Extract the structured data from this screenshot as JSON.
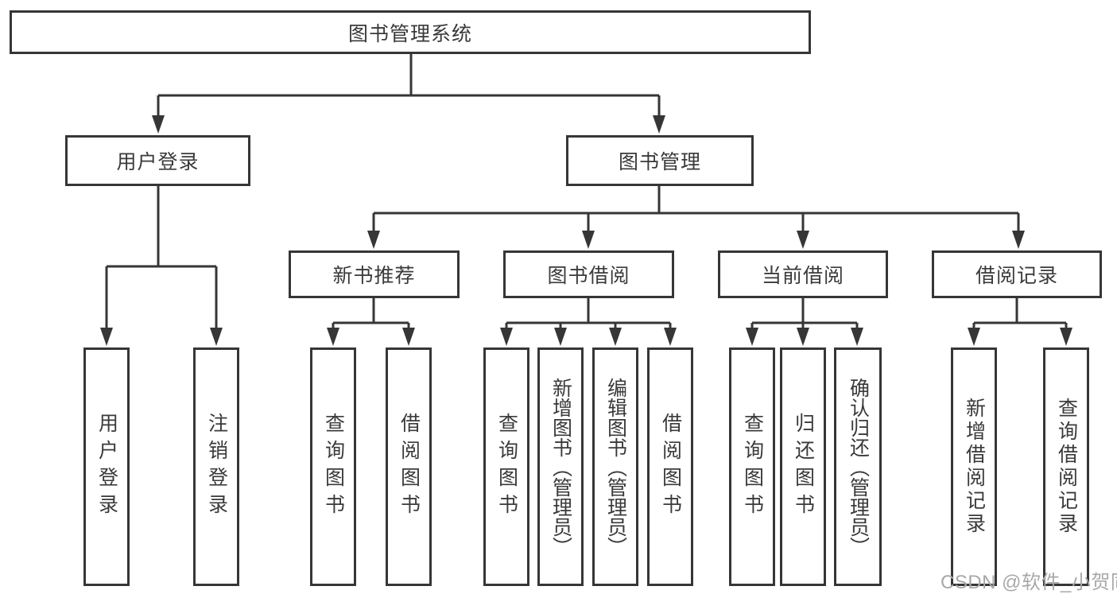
{
  "diagram": {
    "title": "图书管理系统",
    "root": {
      "label": "图书管理系统"
    },
    "branches": {
      "user_login": {
        "label": "用户登录"
      },
      "book_mgmt": {
        "label": "图书管理"
      }
    },
    "modules": {
      "new_book": {
        "label": "新书推荐"
      },
      "borrow": {
        "label": "图书借阅"
      },
      "current": {
        "label": "当前借阅"
      },
      "records": {
        "label": "借阅记录"
      }
    },
    "leaves": {
      "user_login_leaf": {
        "label": "用户登录"
      },
      "logout": {
        "label": "注销登录"
      },
      "newbook_query": {
        "label": "查询图书"
      },
      "newbook_borrow": {
        "label": "借阅图书"
      },
      "borrow_query": {
        "label": "查询图书"
      },
      "borrow_add": {
        "label": "新增图书（管理员）"
      },
      "borrow_edit": {
        "label": "编辑图书（管理员）"
      },
      "borrow_borrow": {
        "label": "借阅图书"
      },
      "current_query": {
        "label": "查询图书"
      },
      "current_return": {
        "label": "归还图书"
      },
      "current_confirm": {
        "label": "确认归还（管理员）"
      },
      "records_add": {
        "label": "新增借阅记录"
      },
      "records_query": {
        "label": "查询借阅记录"
      }
    }
  },
  "watermark": {
    "text": "CSDN @软件_小贺同学"
  },
  "colors": {
    "line": "#363636",
    "text": "#3a3a3a",
    "watermark": "#a8a8a8",
    "background": "#ffffff"
  }
}
